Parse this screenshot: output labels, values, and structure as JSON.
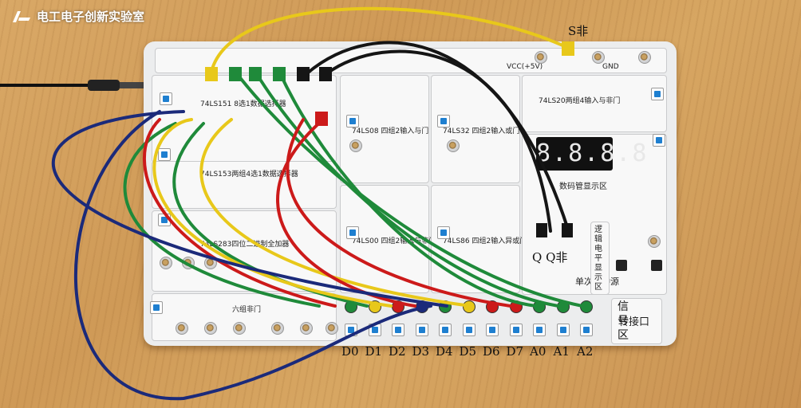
{
  "watermark": {
    "text": "电工电子创新实验室"
  },
  "board": {
    "modules": [
      {
        "name": "74LS151",
        "label": "74LS151 8选1数据选择器"
      },
      {
        "name": "74LS153",
        "label": "74LS153两组4选1数据选择器"
      },
      {
        "name": "74LS283",
        "label": "74LS283四位二进制全加器"
      },
      {
        "name": "74LS08",
        "label": "74LS08 四组2输入与门"
      },
      {
        "name": "74LS32",
        "label": "74LS32 四组2输入或门"
      },
      {
        "name": "74LS20",
        "label": "74LS20两组4输入与非门"
      },
      {
        "name": "74LS00",
        "label": "74LS00 四组2输入与非门"
      },
      {
        "name": "74LS86",
        "label": "74LS86 四组2输入异或门"
      },
      {
        "name": "inverter",
        "label": "六组非门"
      }
    ],
    "top_strip": {
      "vcc": "VCC(+5V)",
      "gnd": "GND"
    },
    "display": {
      "label": "数码管显示区",
      "digits": "8.8.8.8"
    },
    "logic_display": {
      "label": "逻辑电平显示区"
    },
    "pulse": {
      "label": "单次脉冲源"
    },
    "signal": {
      "label": "信号区"
    },
    "interface": {
      "label": "转接口"
    }
  },
  "annotations": {
    "s_not": "S非",
    "q_qnot": "Q Q非",
    "switches": [
      "D0",
      "D1",
      "D2",
      "D3",
      "D4",
      "D5",
      "D6",
      "D7",
      "A0",
      "A1",
      "A2"
    ]
  },
  "colors": {
    "yellow": "#e8c81a",
    "green": "#1f8a3a",
    "red": "#cc1a1a",
    "black": "#151515",
    "navy": "#1b2a7a"
  }
}
